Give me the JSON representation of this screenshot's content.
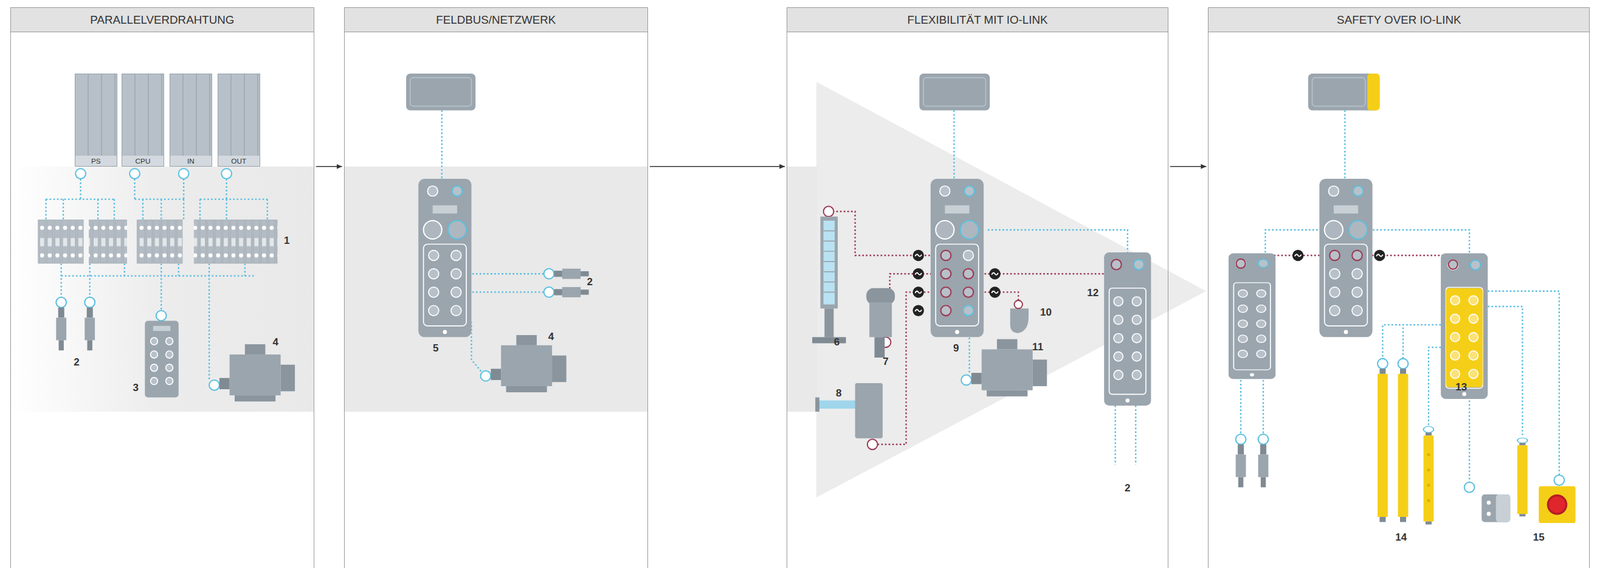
{
  "diagram": {
    "nodes": [
      {
        "text": [
          "PARALLELVERDRAHTUNG"
        ]
      },
      {
        "text": [
          "FELDBUS/NETZWERK"
        ]
      },
      {
        "text": [
          "FLEXIBILITÄT MIT IO-LINK"
        ]
      },
      {
        "text": [
          "SAFETY OVER IO-LINK"
        ]
      },
      {
        "text": [
          "PS"
        ],
        "in": 0
      },
      {
        "text": [
          "CPU"
        ],
        "in": 0
      },
      {
        "text": [
          "IN"
        ],
        "in": 0
      },
      {
        "text": [
          "OUT"
        ],
        "in": 0
      }
    ],
    "edges": [
      {
        "from": 0,
        "to": 1,
        "arrow": "to"
      },
      {
        "from": 1,
        "to": 2,
        "arrow": "to"
      },
      {
        "from": 2,
        "to": 3,
        "arrow": "to"
      }
    ],
    "labels": [
      "1",
      "2",
      "3",
      "4",
      "2",
      "4",
      "5",
      "6",
      "7",
      "8",
      "9",
      "10",
      "11",
      "12",
      "2",
      "13",
      "14",
      "15"
    ]
  }
}
